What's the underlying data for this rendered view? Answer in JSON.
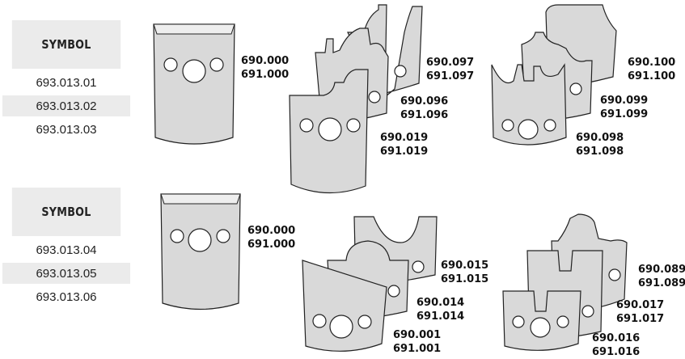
{
  "table1": {
    "header": "SYMBOL",
    "rows": [
      "693.013.01",
      "693.013.02",
      "693.013.03"
    ]
  },
  "table2": {
    "header": "SYMBOL",
    "rows": [
      "693.013.04",
      "693.013.05",
      "693.013.06"
    ]
  },
  "labels": {
    "a1": [
      "690.000",
      "691.000"
    ],
    "a2": [
      "690.097",
      "691.097"
    ],
    "a3": [
      "690.096",
      "691.096"
    ],
    "a4": [
      "690.019",
      "691.019"
    ],
    "a5": [
      "690.100",
      "691.100"
    ],
    "a6": [
      "690.099",
      "691.099"
    ],
    "a7": [
      "690.098",
      "691.098"
    ],
    "b1": [
      "690.000",
      "691.000"
    ],
    "b2": [
      "690.015",
      "691.015"
    ],
    "b3": [
      "690.014",
      "691.014"
    ],
    "b4": [
      "690.001",
      "691.001"
    ],
    "b5": [
      "690.089",
      "691.089"
    ],
    "b6": [
      "690.017",
      "691.017"
    ],
    "b7": [
      "690.016",
      "691.016"
    ]
  }
}
